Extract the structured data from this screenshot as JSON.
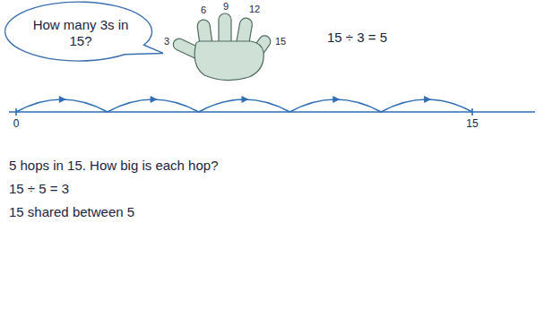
{
  "diagram": {
    "nodes": [
      {
        "text": [
          "How many 3s in 15?"
        ]
      }
    ],
    "labels": [
      "3",
      "6",
      "9",
      "12",
      "15",
      "15 ÷ 3 = 5",
      "0",
      "15",
      "5 hops in 15. How big is each hop?",
      "15 ÷ 5 = 3",
      "15 shared between 5"
    ]
  }
}
